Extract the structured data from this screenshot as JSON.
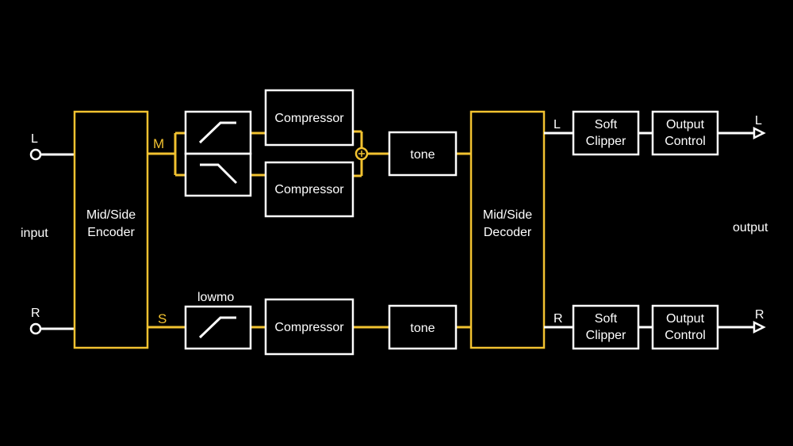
{
  "colors": {
    "background": "#000000",
    "line_white": "#ffffff",
    "line_yellow": "#f2c230"
  },
  "input": {
    "label": "input",
    "left": "L",
    "right": "R"
  },
  "output": {
    "label": "output",
    "left": "L",
    "right": "R"
  },
  "encoder": {
    "line1": "Mid/Side",
    "line2": "Encoder",
    "mid_label": "M",
    "side_label": "S"
  },
  "decoder": {
    "line1": "Mid/Side",
    "line2": "Decoder",
    "left_label": "L",
    "right_label": "R"
  },
  "mid_chain": {
    "highpass_icon": "highpass-filter-icon",
    "lowpass_icon": "lowpass-filter-icon",
    "compressor_high": "Compressor",
    "compressor_low": "Compressor",
    "sum_icon": "summing-node-icon",
    "tone": "tone"
  },
  "side_chain": {
    "filter_label": "lowmo",
    "filter_icon": "highpass-filter-icon",
    "compressor": "Compressor",
    "tone": "tone"
  },
  "left_out": {
    "clipper_line1": "Soft",
    "clipper_line2": "Clipper",
    "control_line1": "Output",
    "control_line2": "Control"
  },
  "right_out": {
    "clipper_line1": "Soft",
    "clipper_line2": "Clipper",
    "control_line1": "Output",
    "control_line2": "Control"
  }
}
